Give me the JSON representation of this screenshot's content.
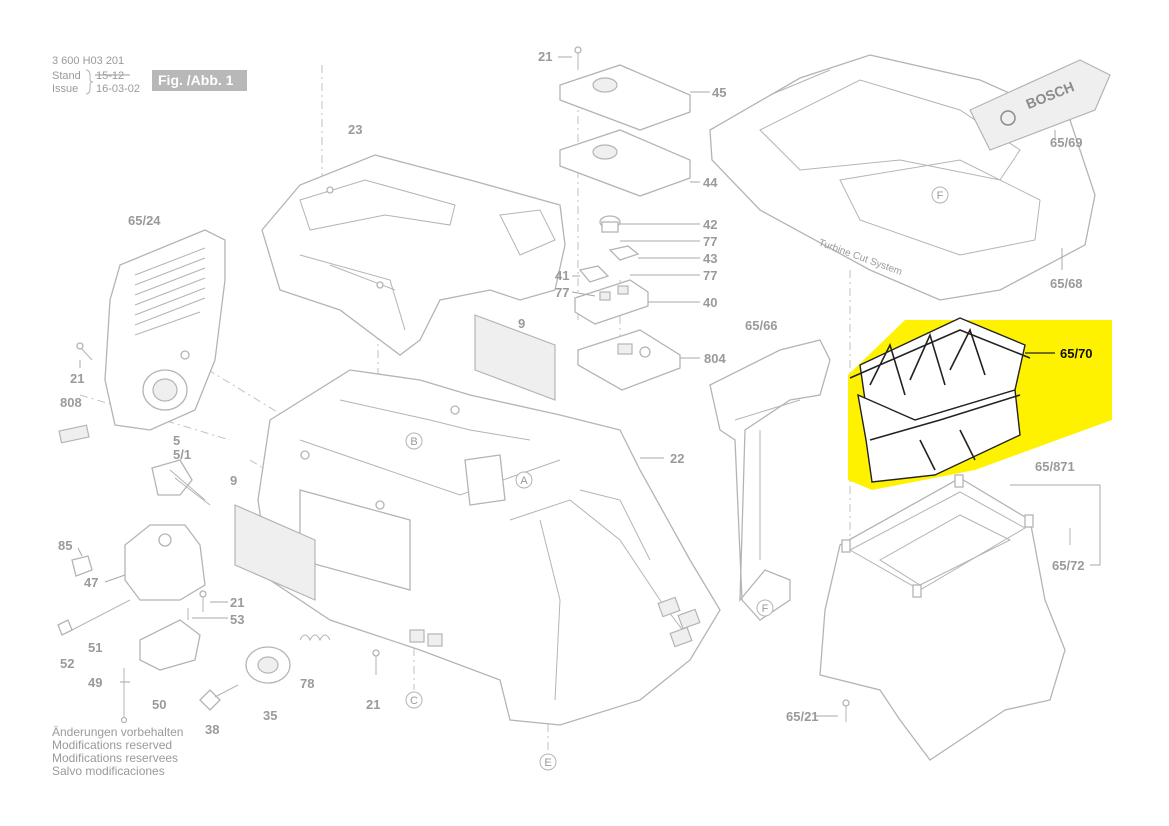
{
  "header": {
    "doc_number": "3 600 H03 201",
    "stand_label": "Stand",
    "issue_label": "Issue",
    "old_value": "15-12",
    "date": "16-03-02",
    "figure_label": "Fig. /Abb. 1"
  },
  "footer_notes": [
    "Änderungen vorbehalten",
    "Modifications reserved",
    "Modifications reservees",
    "Salvo modificaciones"
  ],
  "highlight_color": "#fff200",
  "highlighted_part": "65/70",
  "brand_logo_text": "BOSCH",
  "product_text": "Turbine Cut System",
  "reference_markers": [
    "A",
    "B",
    "C",
    "E",
    "F",
    "F"
  ],
  "part_labels": {
    "p21_top": "21",
    "p45": "45",
    "p44": "44",
    "p42": "42",
    "p77_a": "77",
    "p43": "43",
    "p77_b": "77",
    "p41": "41",
    "p77_c": "77",
    "p40": "40",
    "p804": "804",
    "p9_top": "9",
    "p23": "23",
    "p22": "22",
    "p65_24": "65/24",
    "p21_left": "21",
    "p808": "808",
    "p5": "5",
    "p5_1": "5/1",
    "p9_left": "9",
    "p85": "85",
    "p47": "47",
    "p21_mid": "21",
    "p53": "53",
    "p51": "51",
    "p52": "52",
    "p78": "78",
    "p49": "49",
    "p50": "50",
    "p38": "38",
    "p35": "35",
    "p21_bottom": "21",
    "p65_69": "65/69",
    "p65_68": "65/68",
    "p65_66": "65/66",
    "p65_70": "65/70",
    "p65_871": "65/871",
    "p65_72": "65/72",
    "p65_21": "65/21"
  }
}
